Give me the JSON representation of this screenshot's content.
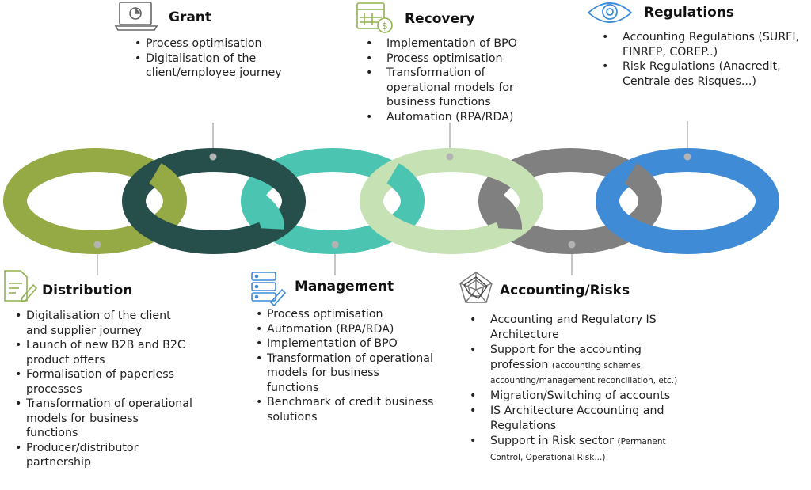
{
  "colors": {
    "olive": "#95aa45",
    "dark_teal": "#264e4b",
    "teal": "#4bc4b1",
    "light_green": "#c6e1b4",
    "gray": "#808080",
    "blue": "#3f8bd6"
  },
  "sections": {
    "grant": {
      "title": "Grant",
      "icon": "laptop-chart-icon",
      "items": [
        {
          "text": "Process optimisation"
        },
        {
          "text": "Digitalisation of the client/employee journey"
        }
      ]
    },
    "recovery": {
      "title": "Recovery",
      "icon": "calendar-dollar-icon",
      "items": [
        {
          "text": "Implementation of BPO"
        },
        {
          "text": "Process optimisation"
        },
        {
          "text": "Transformation of operational models for business functions"
        },
        {
          "text": "Automation (RPA/RDA)"
        }
      ]
    },
    "regulations": {
      "title": "Regulations",
      "icon": "eye-icon",
      "items": [
        {
          "text": "Accounting Regulations (SURFI, FINREP, COREP..)"
        },
        {
          "text": "Risk Regulations (Anacredit, Centrale des Risques...)"
        }
      ]
    },
    "distribution": {
      "title": "Distribution",
      "icon": "document-pen-icon",
      "items": [
        {
          "text": "Digitalisation of the client and supplier journey"
        },
        {
          "text": "Launch of new B2B and B2C product offers"
        },
        {
          "text": "Formalisation of paperless processes"
        },
        {
          "text": "Transformation of operational models for business functions"
        },
        {
          "text": "Producer/distributor partnership"
        }
      ]
    },
    "management": {
      "title": "Management",
      "icon": "server-pen-icon",
      "items": [
        {
          "text": "Process optimisation"
        },
        {
          "text": "Automation (RPA/RDA)"
        },
        {
          "text": "Implementation of BPO"
        },
        {
          "text": "Transformation of operational models for business functions"
        },
        {
          "text": "Benchmark of credit business solutions"
        }
      ]
    },
    "accounting": {
      "title": "Accounting/Risks",
      "icon": "radar-chart-icon",
      "items": [
        {
          "text": "Accounting and Regulatory IS Architecture",
          "small": ""
        },
        {
          "text": "Support for the accounting profession ",
          "small": "(accounting schemes, accounting/management reconciliation, etc.)"
        },
        {
          "text": "Migration/Switching of accounts",
          "small": ""
        },
        {
          "text": "IS Architecture Accounting and Regulations",
          "small": ""
        },
        {
          "text": "Support in Risk sector ",
          "small": "(Permanent Control, Operational Risk...)"
        }
      ]
    }
  }
}
